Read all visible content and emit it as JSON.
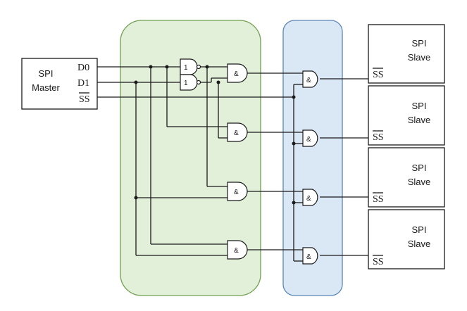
{
  "colors": {
    "decoder_region": "#e2efd9",
    "decoder_region_border": "#70a050",
    "enable_region": "#dae7f4",
    "enable_region_border": "#5a86b8",
    "line": "#1a1a1a"
  },
  "master": {
    "title_line1": "SPI",
    "title_line2": "Master",
    "pin_d0": "D0",
    "pin_d1": "D1",
    "pin_ss": "SS"
  },
  "inverter_symbol": "1",
  "and_symbol": "&",
  "slaves": [
    {
      "title_line1": "SPI",
      "title_line2": "Slave",
      "pin_ss": "SS"
    },
    {
      "title_line1": "SPI",
      "title_line2": "Slave",
      "pin_ss": "SS"
    },
    {
      "title_line1": "SPI",
      "title_line2": "Slave",
      "pin_ss": "SS"
    },
    {
      "title_line1": "SPI",
      "title_line2": "Slave",
      "pin_ss": "SS"
    }
  ]
}
